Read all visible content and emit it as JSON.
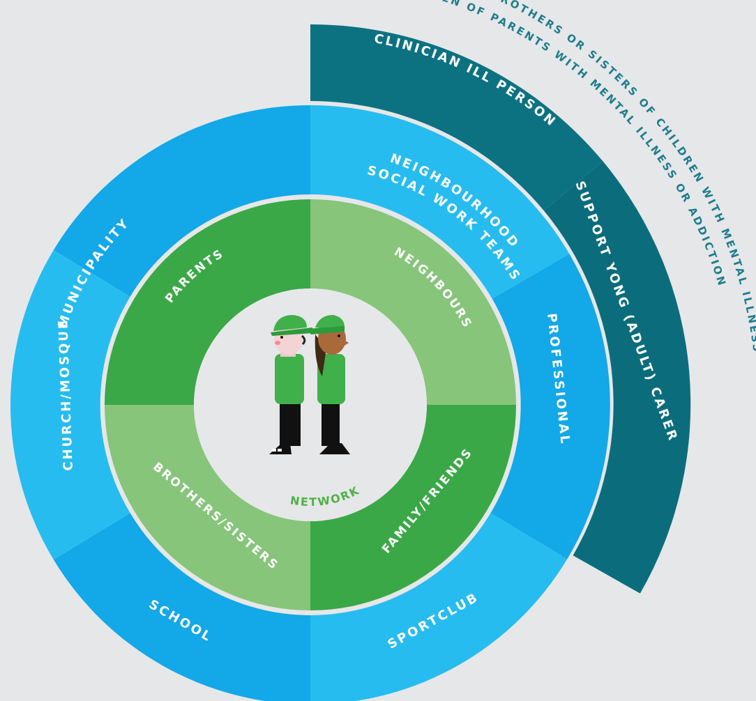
{
  "diagram": {
    "center_label": "NETWORK",
    "inner_ring": [
      {
        "label": "PARENTS",
        "color": "#3aa847"
      },
      {
        "label": "NEIGHBOURS",
        "color": "#86c57a"
      },
      {
        "label": "FAMILY/FRIENDS",
        "color": "#3aa847"
      },
      {
        "label": "BROTHERS/SISTERS",
        "color": "#86c57a"
      }
    ],
    "outer_ring": [
      {
        "label": "MUNICIPALITY",
        "color": "#13a8e8"
      },
      {
        "label_line1": "NEIGHBOURHOOD",
        "label_line2": "SOCIAL WORK TEAMS",
        "color": "#27bcef"
      },
      {
        "label": "PROFESSIONAL",
        "color": "#13a8e8"
      },
      {
        "label": "SPORTCLUB",
        "color": "#27bcef"
      },
      {
        "label": "SCHOOL",
        "color": "#13a8e8"
      },
      {
        "label": "CHURCH/MOSQUE",
        "color": "#27bcef"
      }
    ],
    "dark_arc": [
      {
        "label": "CLINICIAN ILL PERSON",
        "color": "#0c7282"
      },
      {
        "label": "SUPPORT YONG (ADULT) CARER",
        "color": "#0c7282"
      }
    ],
    "captions": [
      "BROTHERS OR SISTERS OF CHILDREN WITH MENTAL ILLNESS",
      "CHILDREN OF PARENTS WITH MENTAL ILLNESS OR ADDICTION"
    ],
    "colors": {
      "background": "#e6e7e9",
      "center": "#e6e7e9",
      "caption_text": "#1d7d8c",
      "network_text": "#4fb247"
    }
  }
}
